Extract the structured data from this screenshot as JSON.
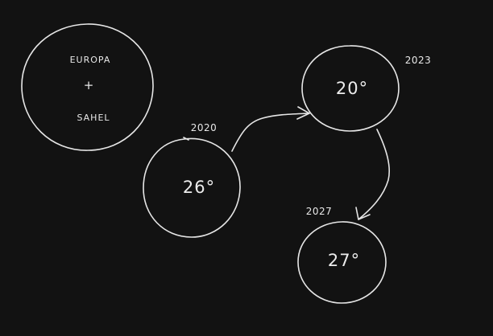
{
  "legend": {
    "line1": "EUROPA",
    "plus": "+",
    "line2": "SAHEL"
  },
  "nodes": [
    {
      "id": "node-2020",
      "year": "2020",
      "value": "26°"
    },
    {
      "id": "node-2023",
      "year": "2023",
      "value": "20°"
    },
    {
      "id": "node-2027",
      "year": "2027",
      "value": "27°"
    }
  ],
  "edges": [
    {
      "from": "2020",
      "to": "2023"
    },
    {
      "from": "2023",
      "to": "2027"
    }
  ],
  "colors": {
    "background": "#121212",
    "stroke": "#e6e6e6"
  }
}
